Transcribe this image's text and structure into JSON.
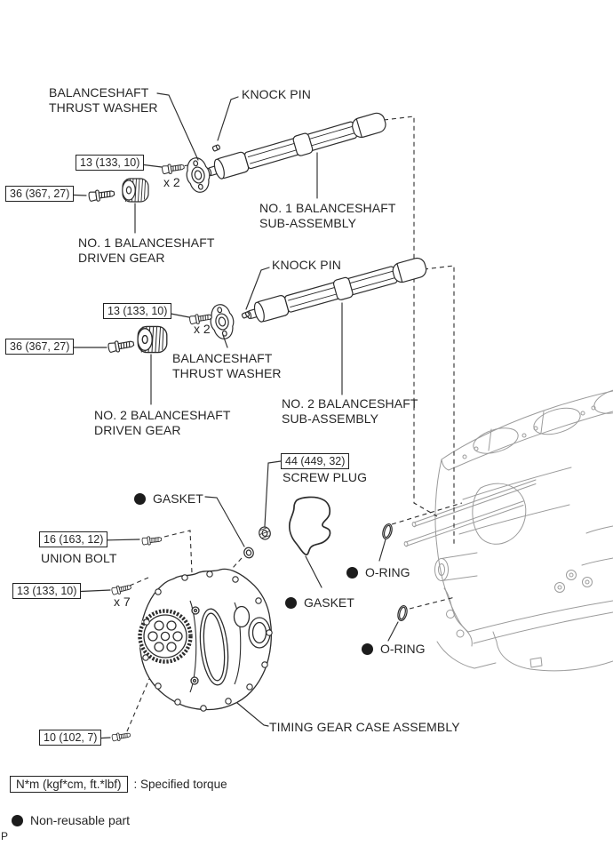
{
  "page": {
    "corner_mark": "P"
  },
  "labels": {
    "thrust_washer_1": "BALANCESHAFT\nTHRUST WASHER",
    "knock_pin_1": "KNOCK PIN",
    "sub_assembly_1": "NO. 1 BALANCESHAFT\nSUB-ASSEMBLY",
    "driven_gear_1": "NO. 1 BALANCESHAFT\nDRIVEN GEAR",
    "knock_pin_2": "KNOCK PIN",
    "thrust_washer_2": "BALANCESHAFT\nTHRUST WASHER",
    "driven_gear_2": "NO. 2 BALANCESHAFT\nDRIVEN GEAR",
    "sub_assembly_2": "NO. 2 BALANCESHAFT\nSUB-ASSEMBLY",
    "screw_plug": "SCREW PLUG",
    "gasket_1": "GASKET",
    "union_bolt": "UNION BOLT",
    "oring_1": "O-RING",
    "gasket_2": "GASKET",
    "oring_2": "O-RING",
    "timing_case": "TIMING GEAR CASE ASSEMBLY"
  },
  "torques": {
    "t13_1": {
      "value": "13 (133, 10)",
      "qty": "x 2"
    },
    "t36_1": {
      "value": "36 (367, 27)"
    },
    "t13_2": {
      "value": "13 (133, 10)",
      "qty": "x 2"
    },
    "t36_2": {
      "value": "36 (367, 27)"
    },
    "t44": {
      "value": "44 (449, 32)"
    },
    "t16": {
      "value": "16 (163, 12)"
    },
    "t13_3": {
      "value": "13 (133, 10)",
      "qty": "x 7"
    },
    "t10": {
      "value": "10 (102, 7)"
    }
  },
  "legend": {
    "torque_unit": "N*m (kgf*cm, ft.*lbf)",
    "torque_desc": ": Specified torque",
    "non_reusable": "Non-reusable part"
  },
  "colors": {
    "part_line": "#2d2d2d",
    "engine_line": "#9b9b9b",
    "text": "#262626"
  }
}
